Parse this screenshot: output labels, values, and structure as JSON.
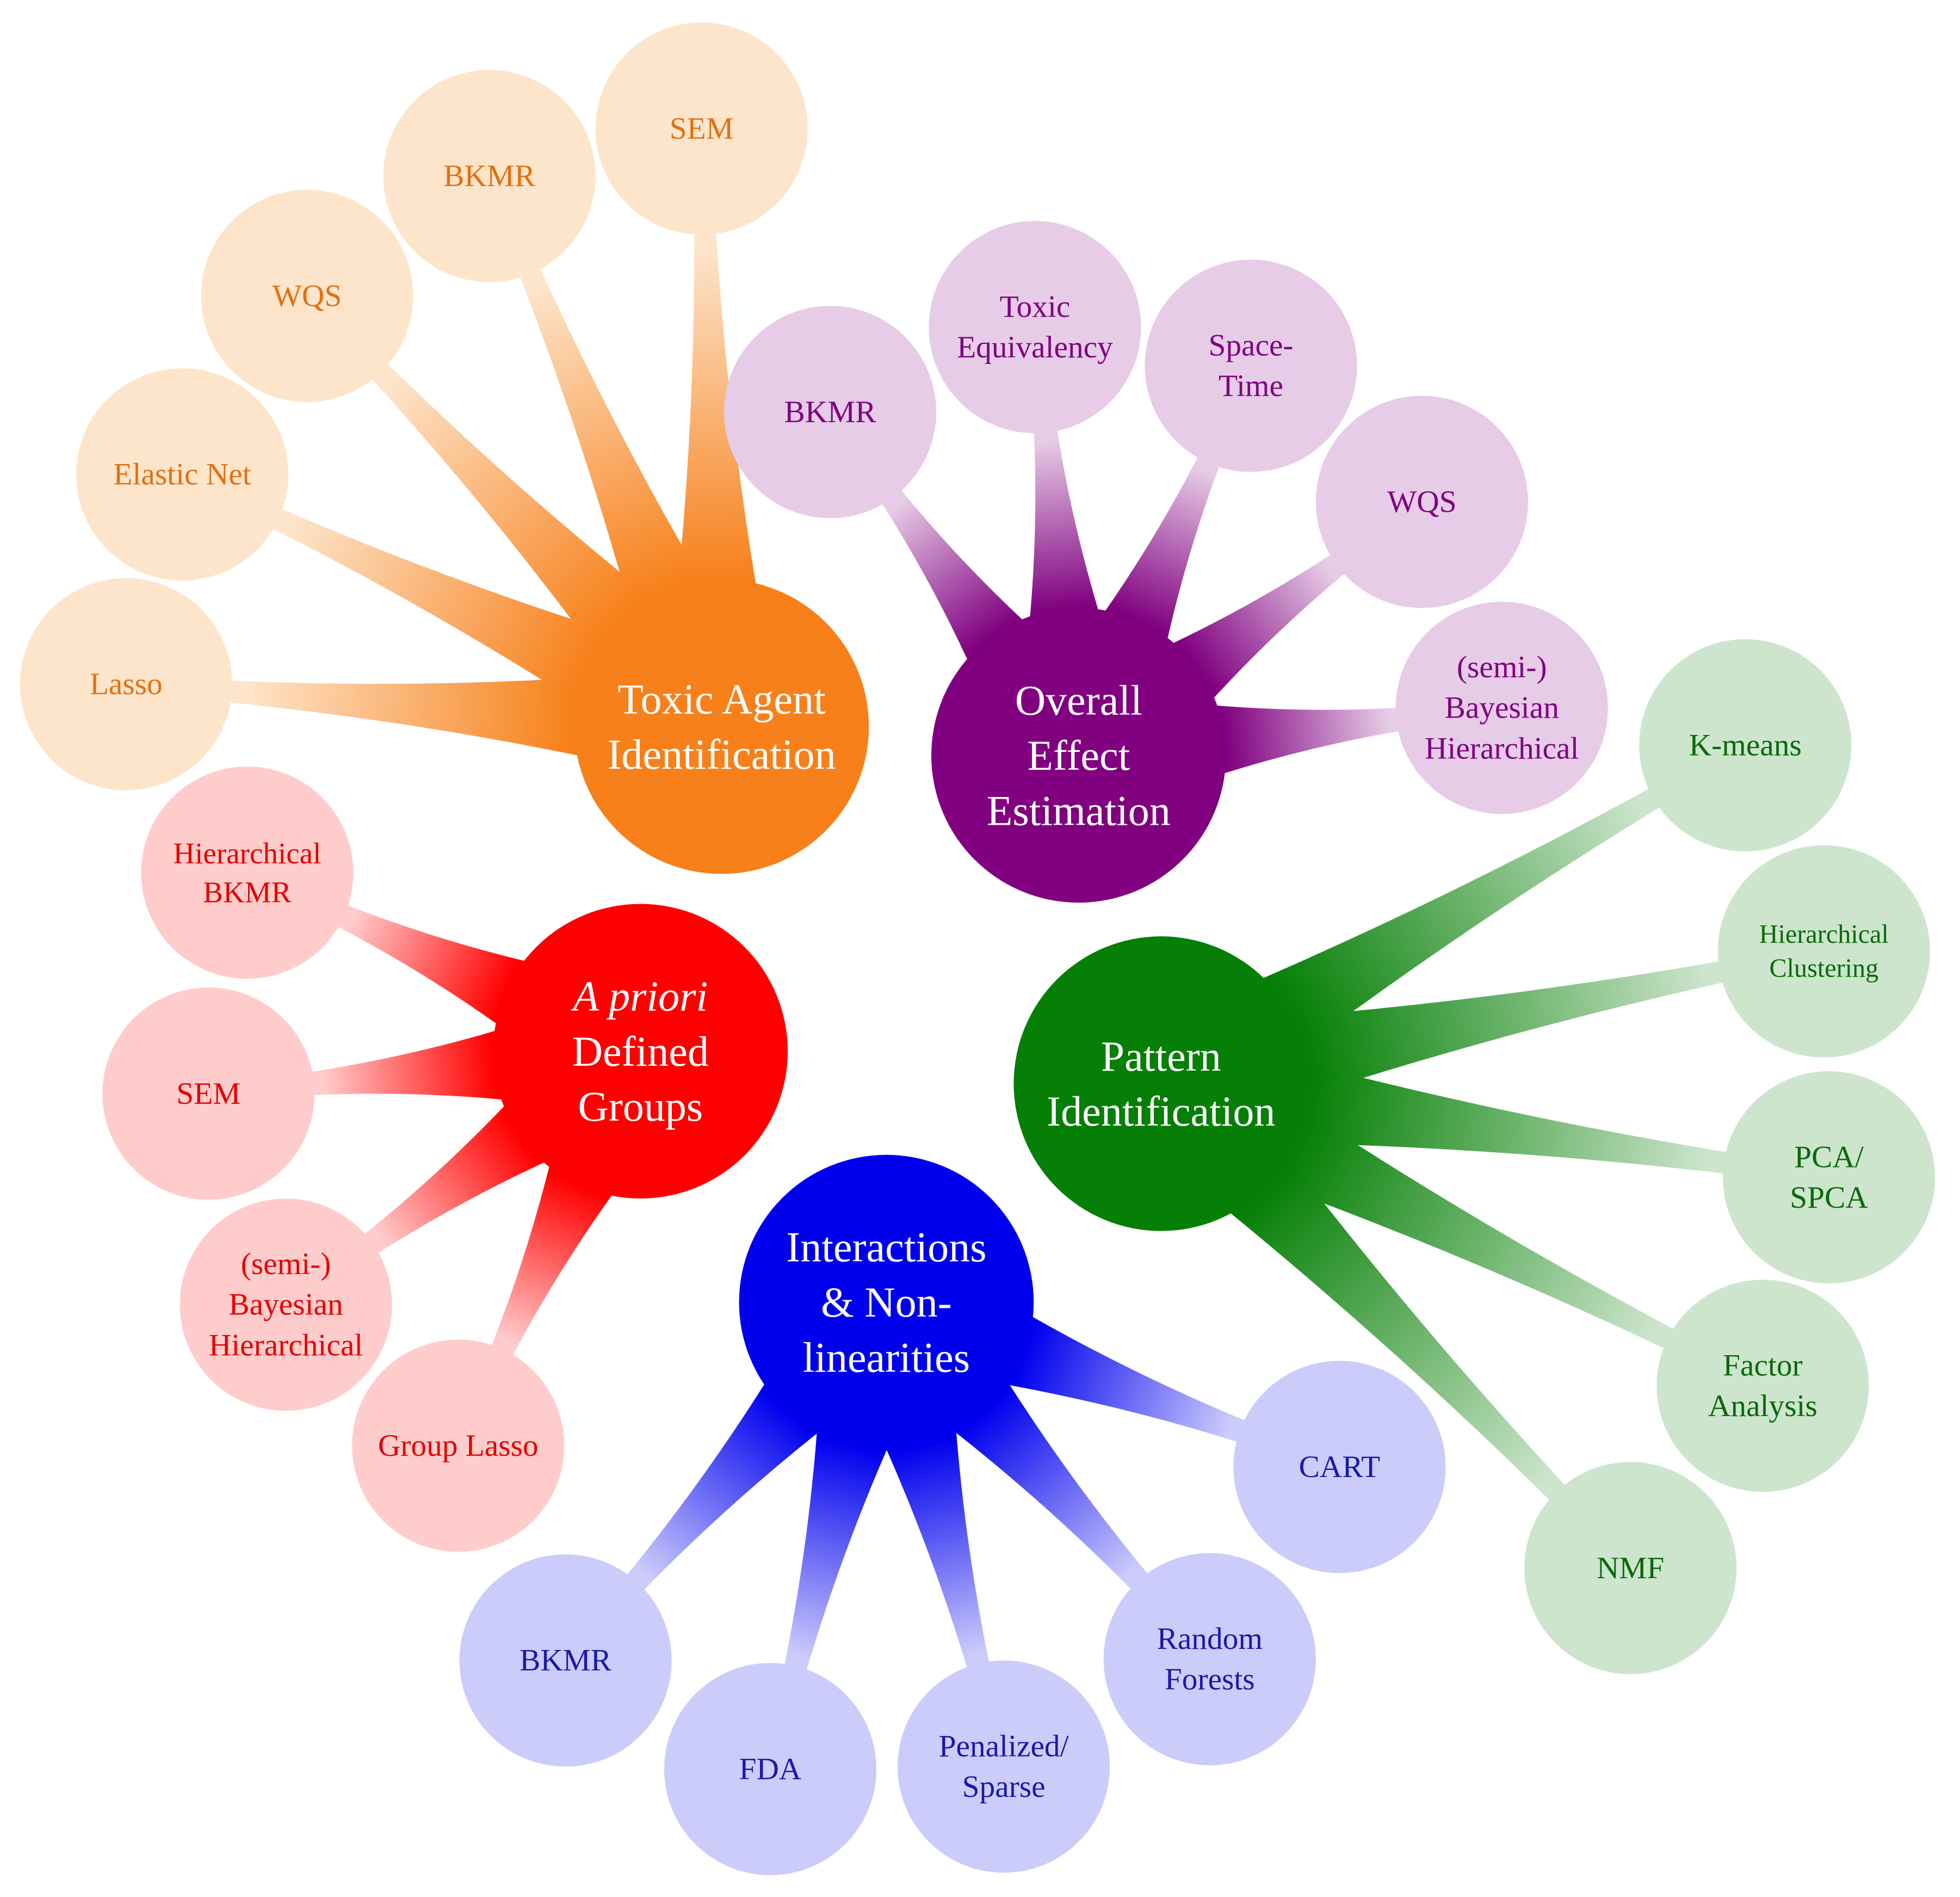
{
  "groups": [
    {
      "id": "toxic",
      "label_lines": [
        "Toxic Agent",
        "Identification"
      ],
      "colors": {
        "main": "#f7801a",
        "light": "#fde5cc",
        "text": "#e3700f"
      },
      "children": [
        {
          "lines": [
            "Lasso"
          ]
        },
        {
          "lines": [
            "Elastic Net"
          ]
        },
        {
          "lines": [
            "WQS"
          ]
        },
        {
          "lines": [
            "BKMR"
          ]
        },
        {
          "lines": [
            "SEM"
          ]
        }
      ]
    },
    {
      "id": "overall",
      "label_lines": [
        "Overall",
        "Effect",
        "Estimation"
      ],
      "colors": {
        "main": "#800080",
        "light": "#e6cce6",
        "text": "#800080"
      },
      "children": [
        {
          "lines": [
            "BKMR"
          ]
        },
        {
          "lines": [
            "Toxic",
            "Equivalency"
          ]
        },
        {
          "lines": [
            "Space-",
            "Time"
          ]
        },
        {
          "lines": [
            "WQS"
          ]
        },
        {
          "lines": [
            "(semi-)",
            "Bayesian",
            "Hierarchical"
          ]
        }
      ]
    },
    {
      "id": "pattern",
      "label_lines": [
        "Pattern",
        "Identification"
      ],
      "colors": {
        "main": "#057f05",
        "light": "#cde5cd",
        "text": "#0a6a0a"
      },
      "children": [
        {
          "lines": [
            "K-means"
          ]
        },
        {
          "lines": [
            "Hierarchical",
            "Clustering"
          ]
        },
        {
          "lines": [
            "PCA/",
            "SPCA"
          ]
        },
        {
          "lines": [
            "Factor",
            "Analysis"
          ]
        },
        {
          "lines": [
            "NMF"
          ]
        }
      ]
    },
    {
      "id": "interactions",
      "label_lines": [
        "Interactions",
        "& Non-",
        "linearities"
      ],
      "colors": {
        "main": "#0000ee",
        "light": "#ccccfb",
        "text": "#1a1aa6"
      },
      "children": [
        {
          "lines": [
            "CART"
          ]
        },
        {
          "lines": [
            "Random",
            "Forests"
          ]
        },
        {
          "lines": [
            "Penalized/",
            "Sparse"
          ]
        },
        {
          "lines": [
            "FDA"
          ]
        },
        {
          "lines": [
            "BKMR"
          ]
        }
      ]
    },
    {
      "id": "apriori",
      "label_lines": [
        "A priori",
        "Defined",
        "Groups"
      ],
      "label_italic_first_line": true,
      "colors": {
        "main": "#ff0000",
        "light": "#ffcccc",
        "text": "#e60000"
      },
      "children": [
        {
          "lines": [
            "Hierarchical",
            "BKMR"
          ]
        },
        {
          "lines": [
            "SEM"
          ]
        },
        {
          "lines": [
            "(semi-)",
            "Bayesian",
            "Hierarchical"
          ]
        },
        {
          "lines": [
            "Group Lasso"
          ]
        }
      ]
    }
  ]
}
